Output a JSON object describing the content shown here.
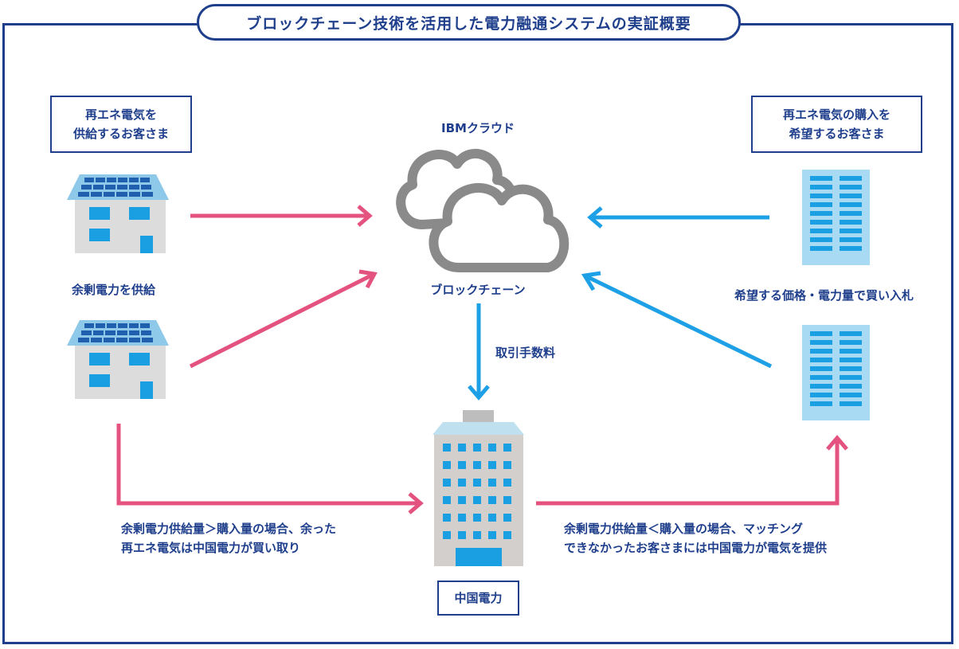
{
  "title": "ブロックチェーン技術を活用した電力融通システムの実証概要",
  "supplier": {
    "box_line1": "再エネ電気を",
    "box_line2": "供給するお客さま",
    "caption": "余剰電力を供給"
  },
  "buyer": {
    "box_line1": "再エネ電気の購入を",
    "box_line2": "希望するお客さま",
    "caption": "希望する価格・電力量で買い入札"
  },
  "cloud": {
    "top_label": "IBMクラウド",
    "bottom_label": "ブロックチェーン"
  },
  "fee_label": "取引手数料",
  "utility": {
    "box_label": "中国電力"
  },
  "left_note": {
    "line1": "余剰電力供給量＞購入量の場合、余った",
    "line2": "再エネ電気は中国電力が買い取り"
  },
  "right_note": {
    "line1": "余剰電力供給量＜購入量の場合、マッチング",
    "line2": "できなかったお客さまには中国電力が電気を提供"
  },
  "colors": {
    "navy": "#1f3f8c",
    "pink_arrow": "#e4527f",
    "blue_arrow": "#1ea0e6",
    "window_blue": "#1a9fe3",
    "panel_blue": "#1f5fae",
    "cloud_gray": "#8a8a8a"
  },
  "icons": [
    "house-icon",
    "office-building-icon",
    "cloud-icon",
    "utility-building-icon"
  ]
}
